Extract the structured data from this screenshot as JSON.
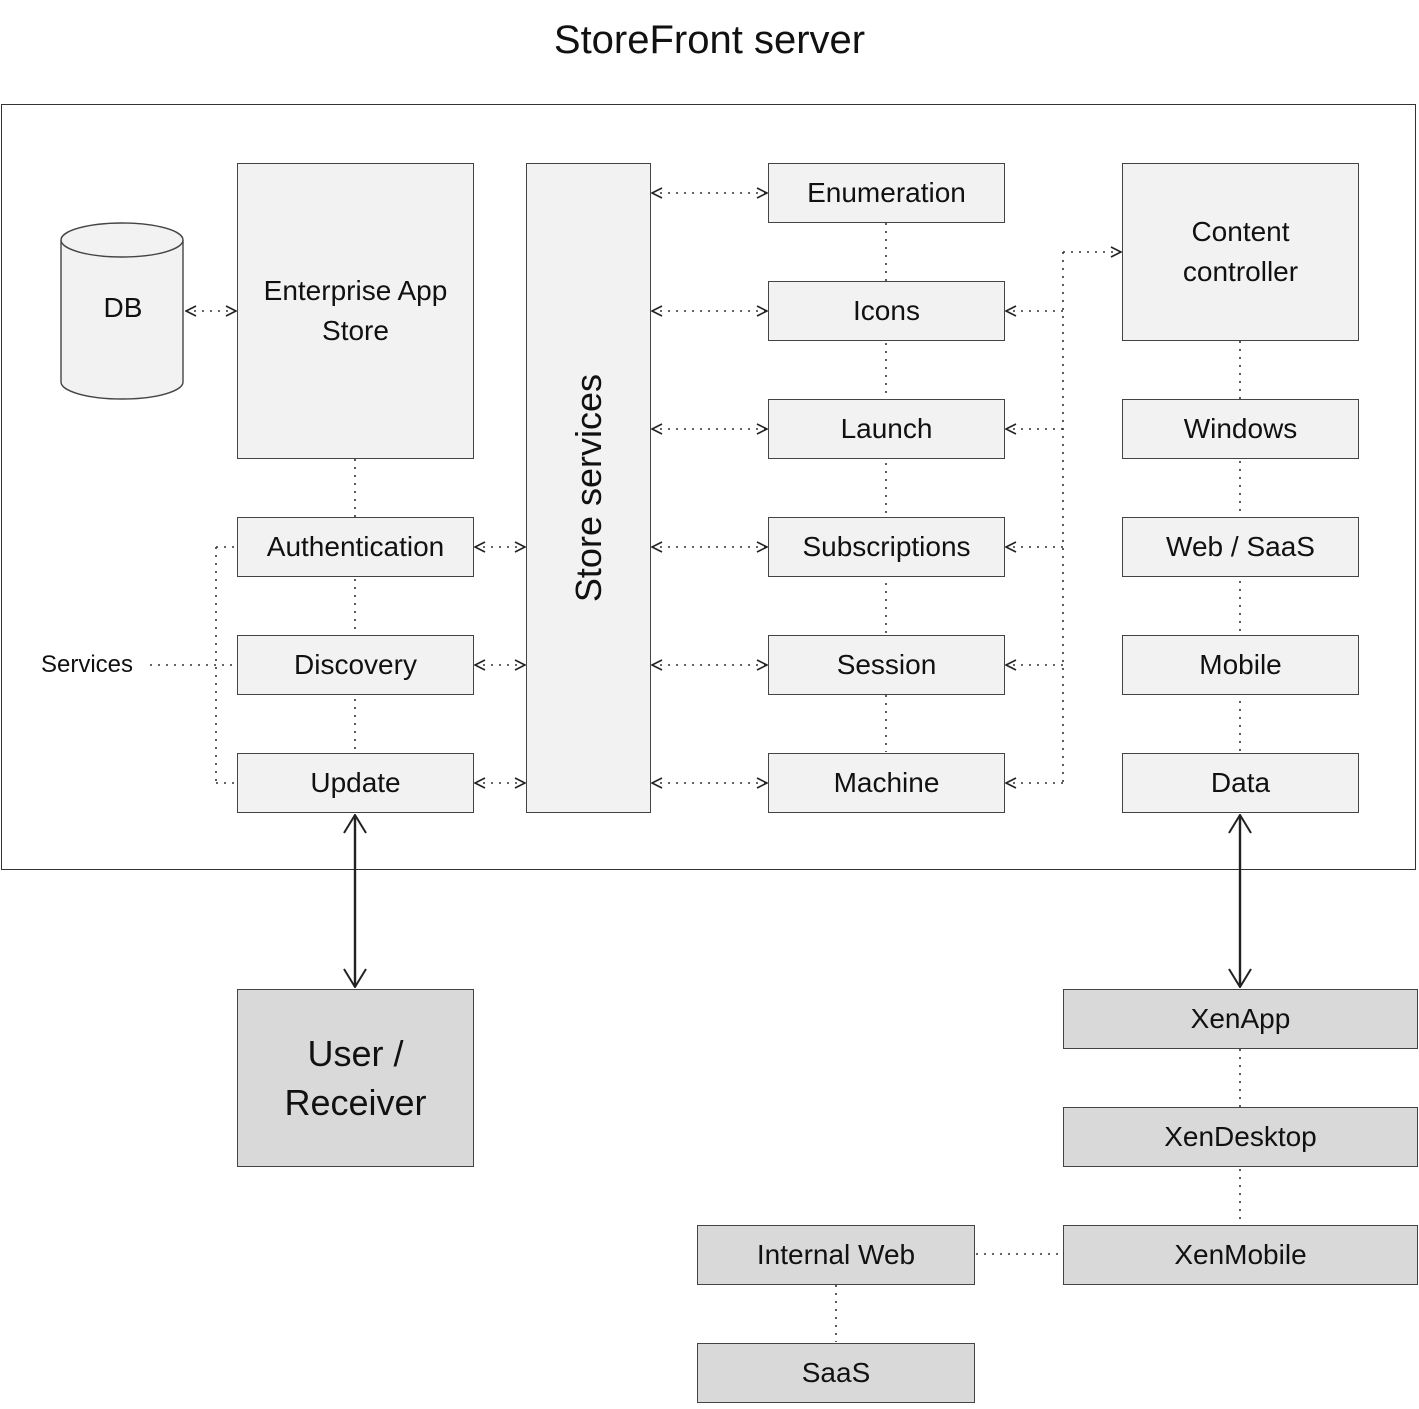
{
  "diagram": {
    "title": "StoreFront server",
    "db_label": "DB",
    "services_label": "Services",
    "enterprise_app_store": [
      "Enterprise App",
      "Store"
    ],
    "store_services": "Store services",
    "left_services": {
      "authentication": "Authentication",
      "discovery": "Discovery",
      "update": "Update"
    },
    "middle_services": {
      "enumeration": "Enumeration",
      "icons": "Icons",
      "launch": "Launch",
      "subscriptions": "Subscriptions",
      "session": "Session",
      "machine": "Machine"
    },
    "content_controller": [
      "Content",
      "controller"
    ],
    "content_types": {
      "windows": "Windows",
      "web_saas": "Web / SaaS",
      "mobile": "Mobile",
      "data": "Data"
    },
    "user_receiver": [
      "User /",
      "Receiver"
    ],
    "backends": {
      "xenapp": "XenApp",
      "xendesktop": "XenDesktop",
      "xenmobile": "XenMobile",
      "internal_web": "Internal Web",
      "saas": "SaaS"
    }
  }
}
